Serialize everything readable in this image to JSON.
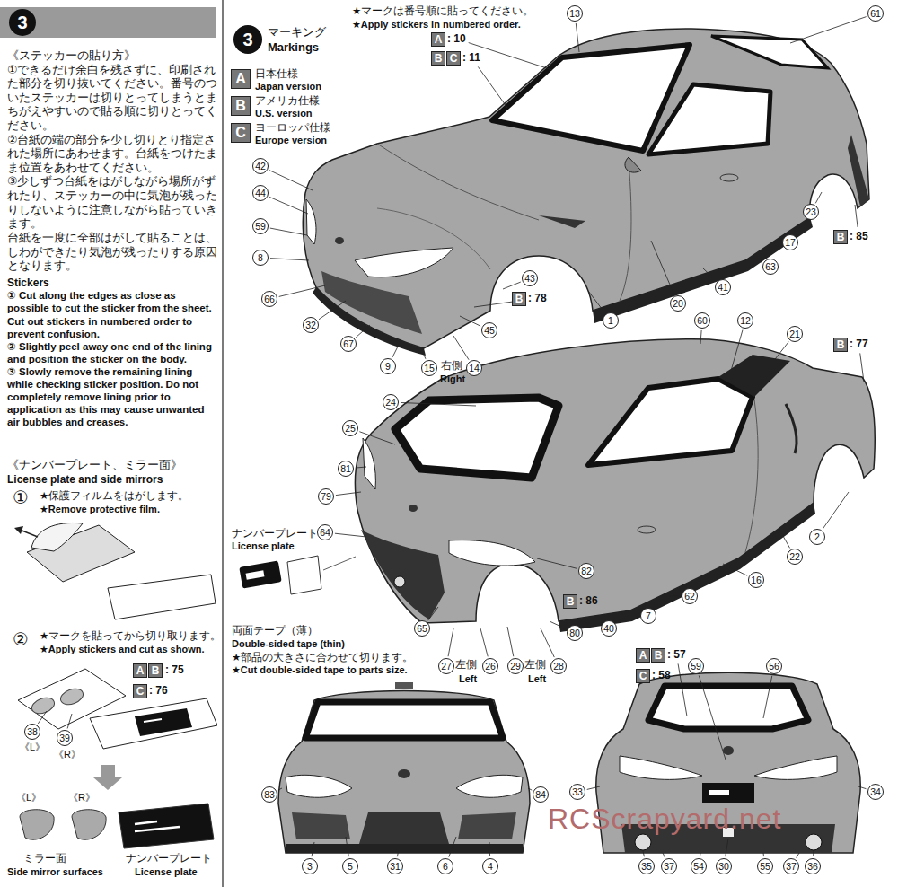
{
  "diagram": {
    "nodes": [
      {
        "text": [
          "3"
        ]
      },
      {
        "text": [
          "3"
        ]
      },
      {
        "text": [
          "A"
        ]
      },
      {
        "text": [
          "B"
        ]
      },
      {
        "text": [
          "C"
        ]
      },
      {
        "text": [
          "A"
        ]
      },
      {
        "text": [
          "B"
        ]
      },
      {
        "text": [
          "C"
        ]
      },
      {
        "text": [
          "B"
        ]
      },
      {
        "text": [
          "B"
        ]
      },
      {
        "text": [
          "B"
        ]
      },
      {
        "text": [
          "B"
        ]
      },
      {
        "text": [
          "A"
        ]
      },
      {
        "text": [
          "B"
        ]
      },
      {
        "text": [
          "C"
        ]
      },
      {
        "text": [
          "A"
        ]
      },
      {
        "text": [
          "B"
        ]
      },
      {
        "text": [
          "C"
        ]
      }
    ],
    "labels": [
      "《ステッカーの貼り方》",
      "①できるだけ余白を残さずに、印刷された部分を切り抜いてください。番号のついたステッカーは切りとってしまうとまちがえやすいので貼る順に切りとってください。",
      "②台紙の端の部分を少し切りとり指定された場所にあわせます。台紙をつけたまま位置をあわせてください。",
      "③少しずつ台紙をはがしながら場所がずれたり、ステッカーの中に気泡が残ったりしないように注意しながら貼っていきます。",
      "台紙を一度に全部はがして貼ることは、しわができたり気泡が残ったりする原因となります。",
      "Stickers",
      "① Cut along the edges as close as possible to cut the sticker from the sheet. Cut out stickers in numbered order to prevent confusion.",
      "② Slightly peel away one end of the lining and position the sticker on the body.",
      "③ Slowly remove the remaining lining while checking sticker position. Do not completely remove lining prior to application as this may cause unwanted air bubbles and creases.",
      "《ナンバープレート、ミラー面》",
      "License plate and side mirrors",
      "①",
      "★保護フィルムをはがします。",
      "★Remove protective film.",
      "②",
      "★マークを貼ってから切り取ります。",
      "★Apply stickers and cut as shown.",
      ": 75",
      ": 76",
      "38",
      "《L》",
      "39",
      "《R》",
      "《L》",
      "《R》",
      "ミラー面",
      "Side mirror surfaces",
      "ナンバープレート",
      "License plate",
      "マーキング",
      "Markings",
      "★マークは番号順に貼ってください。",
      "★Apply stickers in numbered order.",
      "日本仕様",
      "Japan version",
      "アメリカ仕様",
      "U.S. version",
      "ヨーロッパ仕様",
      "Europe version",
      "13",
      ": 10",
      ": 11",
      "61",
      "42",
      "44",
      "59",
      "8",
      "66",
      "32",
      "67",
      "9",
      "15",
      "右側",
      "14",
      "Right",
      "43",
      ": 78",
      "45",
      "1",
      "20",
      "41",
      "63",
      "17",
      "23",
      ": 85",
      "60",
      "12",
      "21",
      ": 77",
      "24",
      "25",
      "81",
      "79",
      "64",
      "ナンバープレート",
      "License plate",
      "82",
      "22",
      "2",
      "16",
      "62",
      "7",
      "40",
      ": 86",
      "80",
      "65",
      "両面テープ（薄）",
      "Double-sided tape (thin)",
      "★部品の大きさに合わせて切ります。",
      "★Cut double-sided tape to parts size.",
      "27",
      "左側",
      "26",
      "Left",
      "29",
      "左側",
      "28",
      "Left",
      "83",
      "84",
      "3",
      "5",
      "31",
      "6",
      "4",
      ": 57",
      ": 58",
      "59",
      "56",
      "33",
      "34",
      "35",
      "37",
      "54",
      "30",
      "55",
      "37",
      "36",
      "RCScrapyard.net"
    ]
  }
}
